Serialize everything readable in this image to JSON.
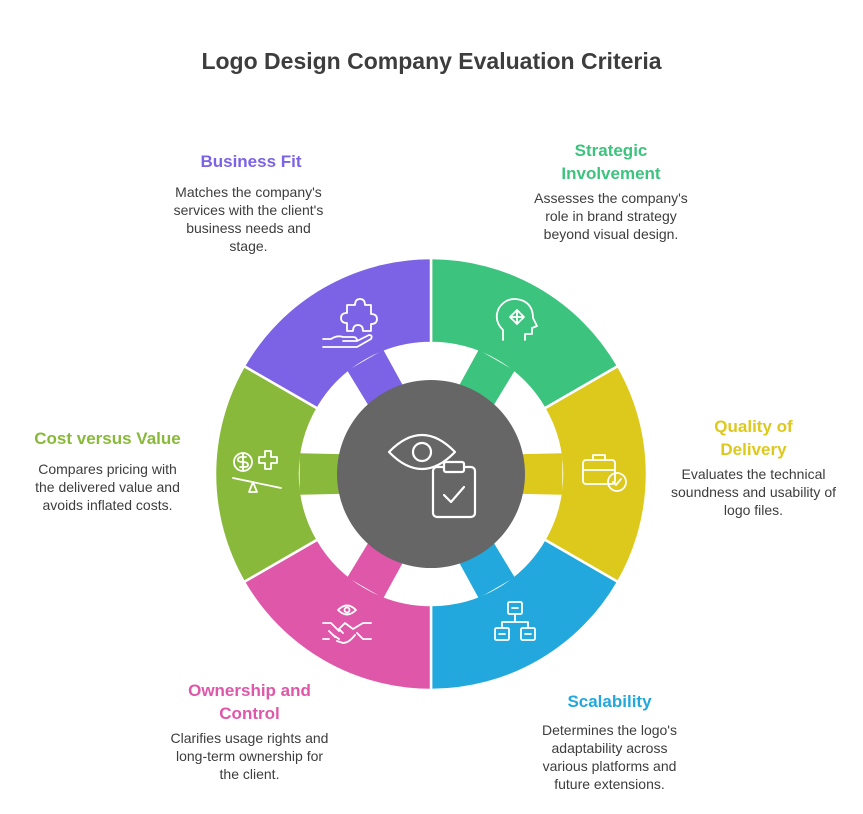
{
  "title": "Logo Design Company Evaluation Criteria",
  "center_icon": "eye-clipboard-check-icon",
  "segments": [
    {
      "title": "Strategic Involvement",
      "description": "Assesses the company's role in brand strategy beyond visual design.",
      "color": "#3cc47e",
      "icon": "head-arrows-icon"
    },
    {
      "title": "Quality of Delivery",
      "description": "Evaluates the technical soundness and usability of logo files.",
      "color": "#ddc91c",
      "icon": "briefcase-badge-icon"
    },
    {
      "title": "Scalability",
      "description": "Determines the logo's adaptability across various platforms and future extensions.",
      "color": "#22a8dc",
      "icon": "hierarchy-icon"
    },
    {
      "title": "Ownership and Control",
      "description": "Clarifies usage rights and long-term ownership for the client.",
      "color": "#df57a8",
      "icon": "handshake-eye-icon"
    },
    {
      "title": "Cost versus Value",
      "description": "Compares pricing with the delivered value and avoids inflated costs.",
      "color": "#89b93a",
      "icon": "dollar-scale-icon"
    },
    {
      "title": "Business Fit",
      "description": "Matches the company's services with the client's business needs and stage.",
      "color": "#7c63e6",
      "icon": "puzzle-hand-icon"
    }
  ],
  "center_color": "#666666"
}
